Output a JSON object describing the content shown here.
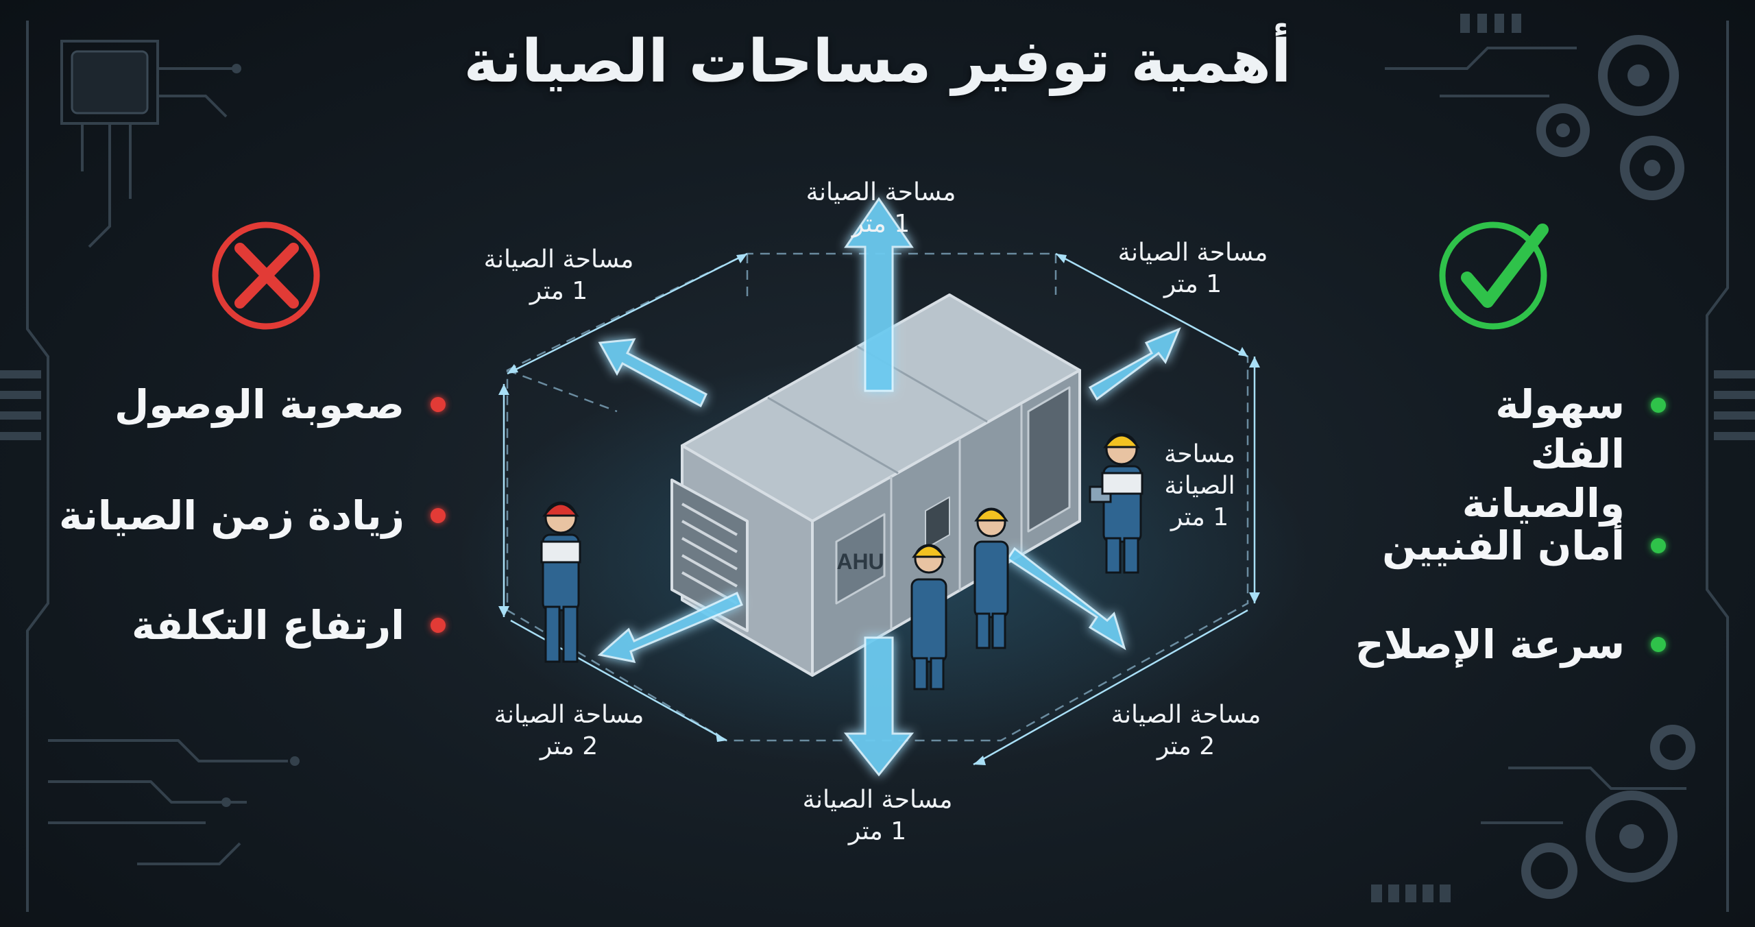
{
  "title": "أهمية توفير مساحات الصيانة",
  "unit_label": "AHU",
  "clearances": {
    "top": {
      "label": "مساحة الصيانة",
      "value": "1 متر"
    },
    "top_left": {
      "label": "مساحة الصيانة",
      "value": "1 متر"
    },
    "top_right": {
      "label": "مساحة الصيانة",
      "value": "1 متر"
    },
    "right_side": {
      "label": "مساحة الصيانة",
      "value": "1 متر"
    },
    "bottom_left": {
      "label": "مساحة الصيانة",
      "value": "2 متر"
    },
    "bottom_right": {
      "label": "مساحة الصيانة",
      "value": "2 متر"
    },
    "bottom": {
      "label": "مساحة الصيانة",
      "value": "1 متر"
    }
  },
  "disadvantages": [
    "صعوبة الوصول",
    "زيادة زمن الصيانة",
    "ارتفاع التكلفة"
  ],
  "advantages": [
    "سهولة الفك والصيانة",
    "أمان الفنيين",
    "سرعة الإصلاح"
  ],
  "colors": {
    "bad": "#e23b36",
    "good": "#2fc24a",
    "arrow": "#7fd3f5",
    "background": "#10171d"
  },
  "icons": {
    "bad": "cross-circle-icon",
    "good": "check-circle-icon"
  }
}
